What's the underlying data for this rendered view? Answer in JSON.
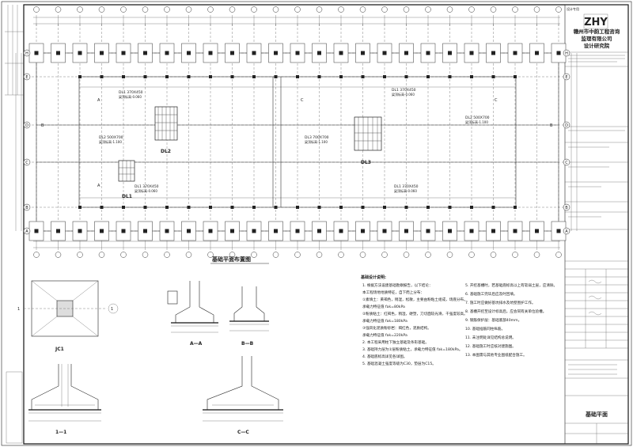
{
  "title_block": {
    "company_logo_text": "ZHY",
    "company_name_line1": "赣州市中韵工程咨询",
    "company_name_line2": "监理有限公司",
    "company_name_line3": "设计研究院",
    "drawing_name": "基础平面",
    "design_stamp": "设计专用"
  },
  "plan": {
    "title": "基础平面布置图",
    "axes_letters": [
      "H",
      "E",
      "D",
      "C",
      "B",
      "A"
    ],
    "beam_labels": [
      {
        "id": "DL1-top",
        "name": "DL1",
        "size": "370X450",
        "elev": "梁顶标高-0.060"
      },
      {
        "id": "DL1-top2",
        "name": "DL1",
        "size": "370X450",
        "elev": "梁顶标高-0.060"
      },
      {
        "id": "DL2-left",
        "name": "DL2",
        "size": "500X700",
        "elev": "梁顶标高-1.100"
      },
      {
        "id": "DL3-mid",
        "name": "DL3",
        "size": "700X700",
        "elev": "梁顶标高-1.100"
      },
      {
        "id": "DL2-right",
        "name": "DL2",
        "size": "500X700",
        "elev": "梁顶标高-1.100"
      },
      {
        "id": "DL1-bot",
        "name": "DL1",
        "size": "370X450",
        "elev": "梁顶标高-0.060"
      },
      {
        "id": "DL1-bot2",
        "name": "DL1",
        "size": "370X450",
        "elev": "梁顶标高-0.060"
      }
    ],
    "detail_labels": [
      "DL2",
      "DL3",
      "DL1"
    ]
  },
  "sections": {
    "jc1": "JC1",
    "s11": "1—1",
    "aa": "A—A",
    "bb": "B—B",
    "cc": "C—C"
  },
  "notes": {
    "heading": "基础设计说明:",
    "lines": [
      "1. 根据方法设建基础勘察报告，以下结论：",
      "本工程场地地质特征，自下而上分布：",
      "①素填土：黄褐色，稍湿，松散，主要由粉粘土组成，场底分布。",
      "承载力特征值 fak=80kPa",
      "②粉质粘土：红褐色，稍湿，硬塑，刀切面较光滑，干强度较高。",
      "承载力特征值 fak=180kPa",
      "③强风化泥质粉砂岩：褐红色，泥质结构。",
      "承载力特征值 fak=220kPa",
      "2. 本工程采用柱下独立基础及条形基础。",
      "3. 基础持力层为②层粉质粘土，承载力特征值 fak=180kPa。",
      "4. 基础底标高详见各详图。",
      "5. 基础混凝土强度等级为C30，垫层为C15。"
    ],
    "right_lines": [
      "5. 开挖基槽时，若基础底标高以上有软弱土层，应清除。",
      "6. 基础施工完毕后应及时回填。",
      "7. 施工时应做好基坑排水及坑壁围护工作。",
      "8. 基槽开挖至设计标高后，应会同有关单位验槽。",
      "9. 钢筋保护层：基础底部40mm。",
      "10. 基础插筋同柱纵筋。",
      "11. 未注明处详见结构总说明。",
      "12. 基础施工时应核对建施图。",
      "13. 本图需与其他专业图纸配合施工。"
    ]
  }
}
